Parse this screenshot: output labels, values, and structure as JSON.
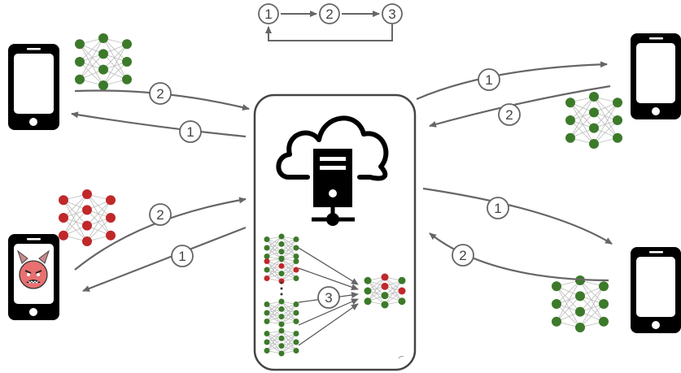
{
  "step_sequence": {
    "steps": [
      "1",
      "2",
      "3"
    ]
  },
  "server": {
    "aggregation_step": "3"
  },
  "clients": [
    {
      "name": "top-left-phone",
      "type": "honest",
      "download_step": "1",
      "upload_step": "2"
    },
    {
      "name": "bottom-left-phone",
      "type": "malicious",
      "download_step": "1",
      "upload_step": "2"
    },
    {
      "name": "top-right-phone",
      "type": "honest",
      "download_step": "1",
      "upload_step": "2"
    },
    {
      "name": "bottom-right-phone",
      "type": "honest",
      "download_step": "1",
      "upload_step": "2"
    }
  ],
  "colors": {
    "honest": "#3c7a2a",
    "malicious": "#c0282a",
    "arrow": "#666666",
    "phone": "#000000"
  }
}
